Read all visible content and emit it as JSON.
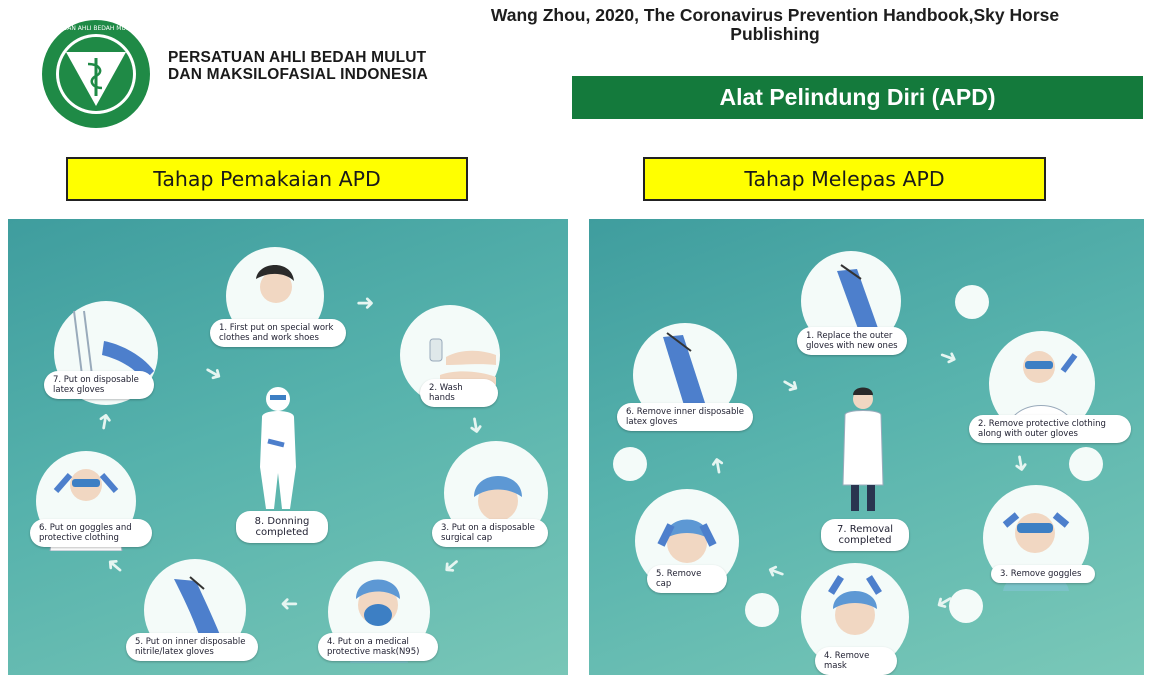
{
  "header": {
    "org_name_line1": "PERSATUAN AHLI BEDAH MULUT",
    "org_name_line2": "DAN MAKSILOFASIAL INDONESIA",
    "citation_line1": "Wang Zhou, 2020, The Coronavirus Prevention Handbook,Sky Horse",
    "citation_line2": "Publishing",
    "banner": "Alat Pelindung Diri (APD)"
  },
  "colors": {
    "banner_green": "#147a3c",
    "highlight_yellow": "#ffff00",
    "panel_teal": "#4fa9a5"
  },
  "donning": {
    "heading": "Tahap Pemakaian APD",
    "steps": [
      "1. First put on special work clothes and work shoes",
      "2. Wash hands",
      "3. Put on a disposable surgical cap",
      "4. Put on a medical protective mask(N95)",
      "5. Put on inner disposable nitrile/latex gloves",
      "6. Put on goggles and protective clothing",
      "7. Put on disposable latex gloves"
    ],
    "center": "8. Donning completed"
  },
  "doffing": {
    "heading": "Tahap Melepas APD",
    "steps": [
      "1. Replace the outer gloves with new ones",
      "2. Remove protective clothing along with outer gloves",
      "3. Remove goggles",
      "4. Remove mask",
      "5. Remove cap",
      "6. Remove inner disposable latex gloves"
    ],
    "center": "7. Removal completed"
  }
}
